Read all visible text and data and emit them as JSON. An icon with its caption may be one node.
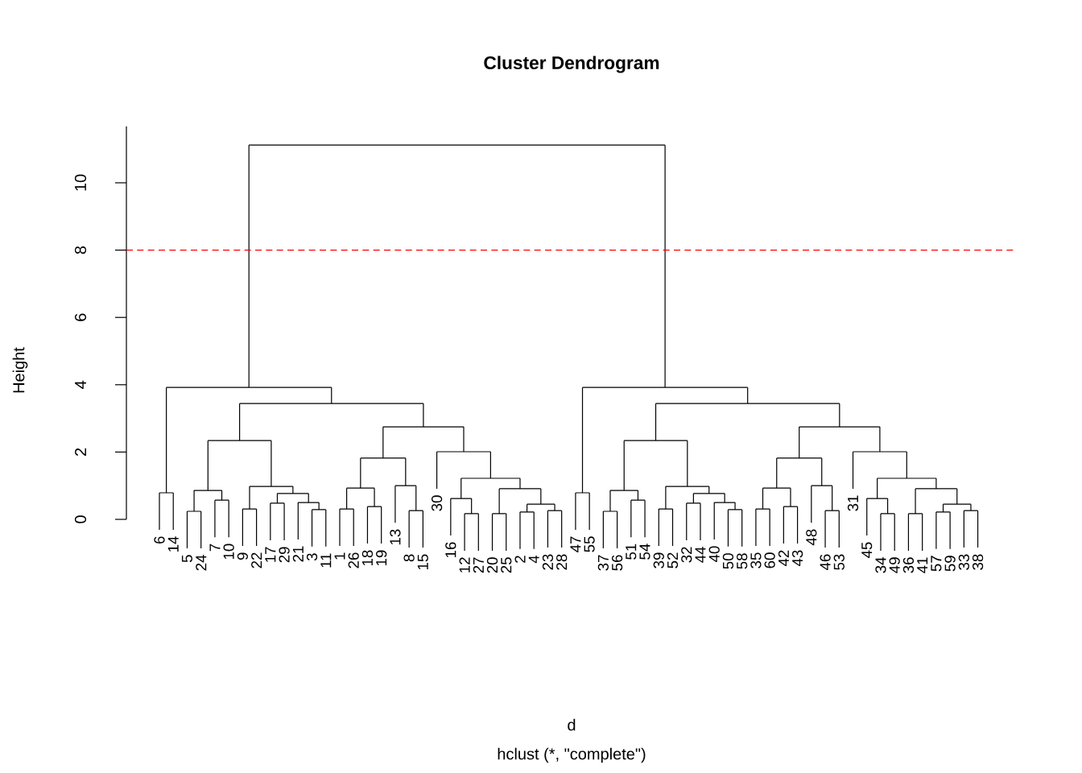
{
  "diagram": {
    "title": "Cluster Dendrogram",
    "labels": [
      "0",
      "2",
      "4",
      "6",
      "8",
      "10",
      "Height",
      "6",
      "14",
      "5",
      "24",
      "7",
      "10",
      "9",
      "22",
      "17",
      "29",
      "21",
      "3",
      "11",
      "1",
      "26",
      "18",
      "19",
      "13",
      "8",
      "15",
      "30",
      "16",
      "12",
      "27",
      "20",
      "25",
      "2",
      "4",
      "23",
      "28",
      "47",
      "55",
      "37",
      "56",
      "51",
      "54",
      "39",
      "52",
      "32",
      "44",
      "40",
      "50",
      "58",
      "35",
      "60",
      "42",
      "43",
      "48",
      "46",
      "53",
      "31",
      "45",
      "34",
      "49",
      "36",
      "41",
      "57",
      "59",
      "33",
      "38",
      "d",
      "hclust (*, \"complete\")"
    ]
  }
}
